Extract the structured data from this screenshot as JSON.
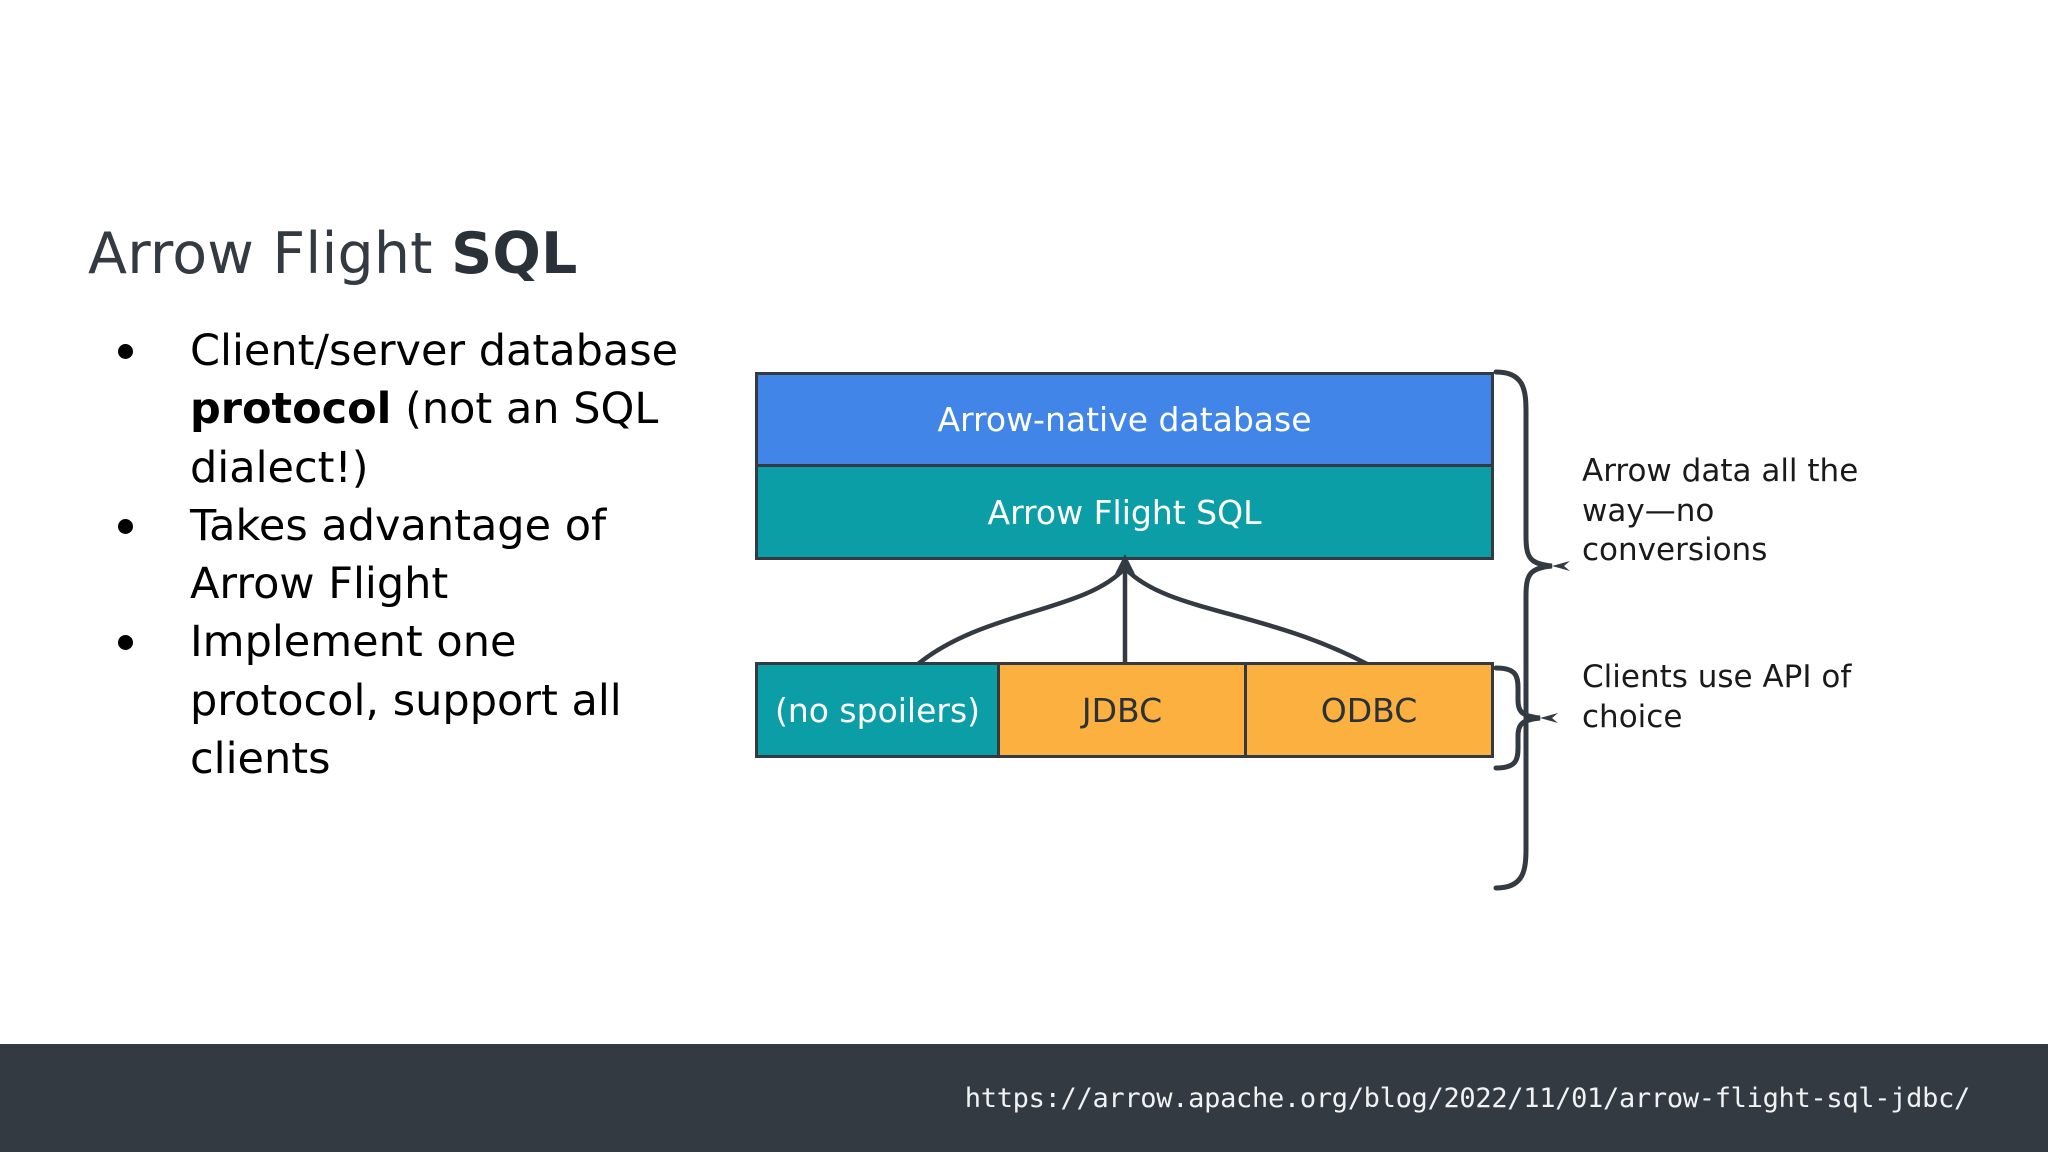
{
  "slide": {
    "title_prefix": "Arrow Flight ",
    "title_emphasis": "SQL"
  },
  "bullets": [
    {
      "prefix": "Client/server database ",
      "emphasis": "protocol",
      "suffix": " (not an SQL dialect!)"
    },
    {
      "prefix": "Takes advantage of Arrow Flight",
      "emphasis": "",
      "suffix": ""
    },
    {
      "prefix": "Implement one protocol, support all clients",
      "emphasis": "",
      "suffix": ""
    }
  ],
  "diagram": {
    "layers": [
      {
        "label": "Arrow-native database",
        "color": "#4285e8",
        "text_color": "#ffffff"
      },
      {
        "label": "Arrow Flight SQL",
        "color": "#0c9ea6",
        "text_color": "#ffffff"
      }
    ],
    "clients": [
      {
        "label": "(no spoilers)",
        "color": "#0c9ea6",
        "text_color": "#ffffff"
      },
      {
        "label": "JDBC",
        "color": "#fbb040",
        "text_color": "#2b3138"
      },
      {
        "label": "ODBC",
        "color": "#fbb040",
        "text_color": "#2b3138"
      }
    ],
    "annotations": [
      {
        "text": "Arrow data all the way—no conversions"
      },
      {
        "text": "Clients use API of choice"
      }
    ],
    "border_color": "#343a42"
  },
  "footer": {
    "url": "https://arrow.apache.org/blog/2022/11/01/arrow-flight-sql-jdbc/",
    "background": "#343a42"
  }
}
